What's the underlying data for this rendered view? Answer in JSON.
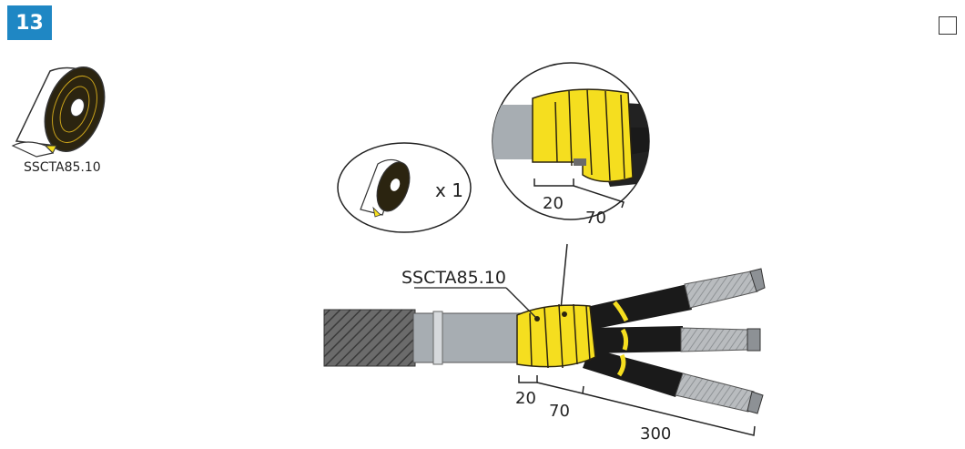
{
  "step": {
    "number": "13"
  },
  "checkbox": {
    "checked": false
  },
  "part": {
    "code": "SSCTA85.10"
  },
  "quantity": {
    "label": "x 1"
  },
  "callout": {
    "label": "SSCTA85.10"
  },
  "detail": {
    "dim_a": "20",
    "dim_b": "70"
  },
  "main": {
    "dim_a": "20",
    "dim_b": "70",
    "dim_c": "300"
  },
  "colors": {
    "badge": "#1f87c4",
    "tape": "#f5de1f",
    "tape_dark": "#2b2410",
    "sheath": "#a7adb2",
    "core": "#222222"
  }
}
